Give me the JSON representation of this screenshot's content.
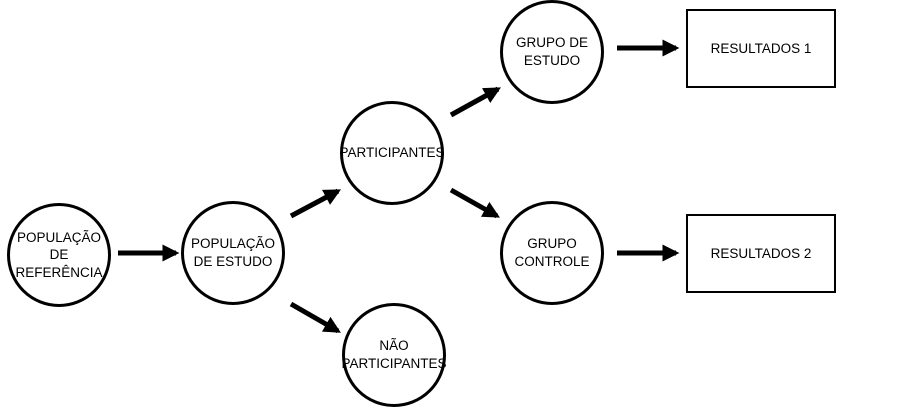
{
  "colors": {
    "stroke": "#000000",
    "background": "#ffffff",
    "text": "#000000"
  },
  "nodes": {
    "populacao_referencia": "POPULAÇÃO\nDE\nREFERÊNCIA",
    "populacao_estudo": "POPULAÇÃO\nDE ESTUDO",
    "participantes": "PARTICIPANTES",
    "nao_participantes": "NÃO\nPARTICIPANTES",
    "grupo_estudo": "GRUPO DE\nESTUDO",
    "grupo_controle": "GRUPO\nCONTROLE",
    "resultados_1": "RESULTADOS 1",
    "resultados_2": "RESULTADOS 2"
  },
  "edges": [
    {
      "from": "populacao_referencia",
      "to": "populacao_estudo"
    },
    {
      "from": "populacao_estudo",
      "to": "participantes"
    },
    {
      "from": "populacao_estudo",
      "to": "nao_participantes"
    },
    {
      "from": "participantes",
      "to": "grupo_estudo"
    },
    {
      "from": "participantes",
      "to": "grupo_controle"
    },
    {
      "from": "grupo_estudo",
      "to": "resultados_1"
    },
    {
      "from": "grupo_controle",
      "to": "resultados_2"
    }
  ]
}
